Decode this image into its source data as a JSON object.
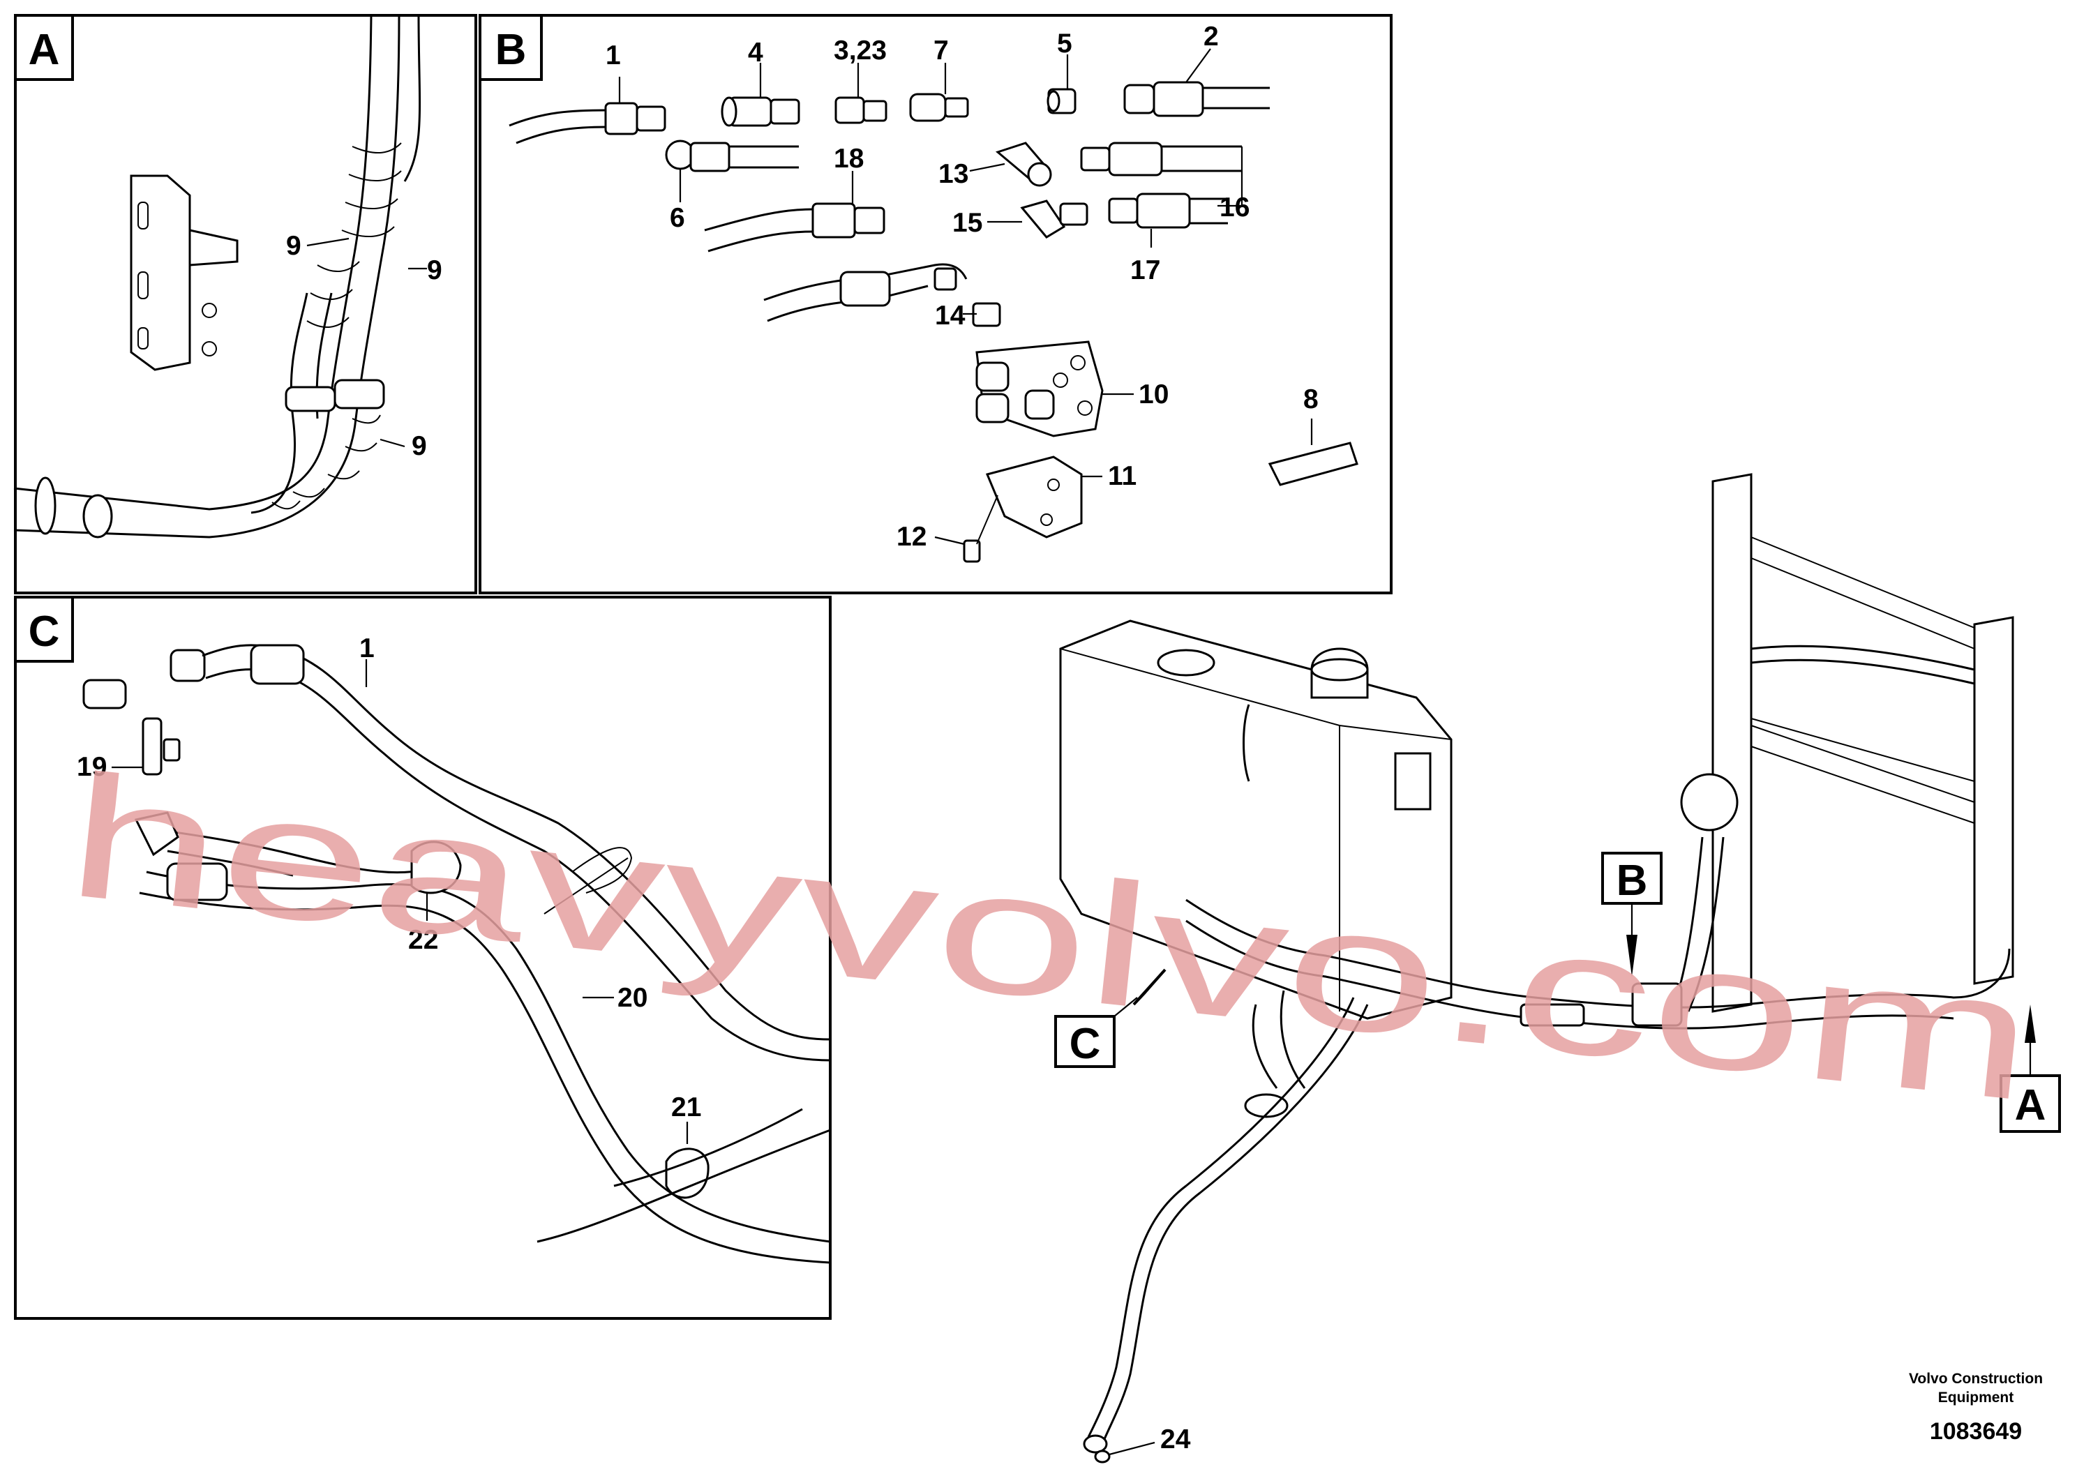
{
  "panels": {
    "A": {
      "letter": "A",
      "callouts": {
        "c9a": "9",
        "c9b": "9",
        "c9c": "9"
      }
    },
    "B": {
      "letter": "B",
      "callouts": {
        "c1": "1",
        "c4": "4",
        "c3_23": "3,23",
        "c7": "7",
        "c5": "5",
        "c2": "2",
        "c18": "18",
        "c6": "6",
        "c13": "13",
        "c15": "15",
        "c16": "16",
        "c17": "17",
        "c14": "14",
        "c10": "10",
        "c8": "8",
        "c11": "11",
        "c12": "12"
      }
    },
    "C": {
      "letter": "C",
      "callouts": {
        "c1": "1",
        "c19": "19",
        "c22": "22",
        "c20": "20",
        "c21": "21"
      }
    }
  },
  "main_view": {
    "pointers": {
      "B": "B",
      "C": "C",
      "A": "A"
    },
    "callouts": {
      "c24": "24"
    }
  },
  "watermark": "heavyvolvo.com",
  "footer": {
    "brand_line1": "Volvo Construction",
    "brand_line2": "Equipment",
    "doc_number": "1083649"
  }
}
